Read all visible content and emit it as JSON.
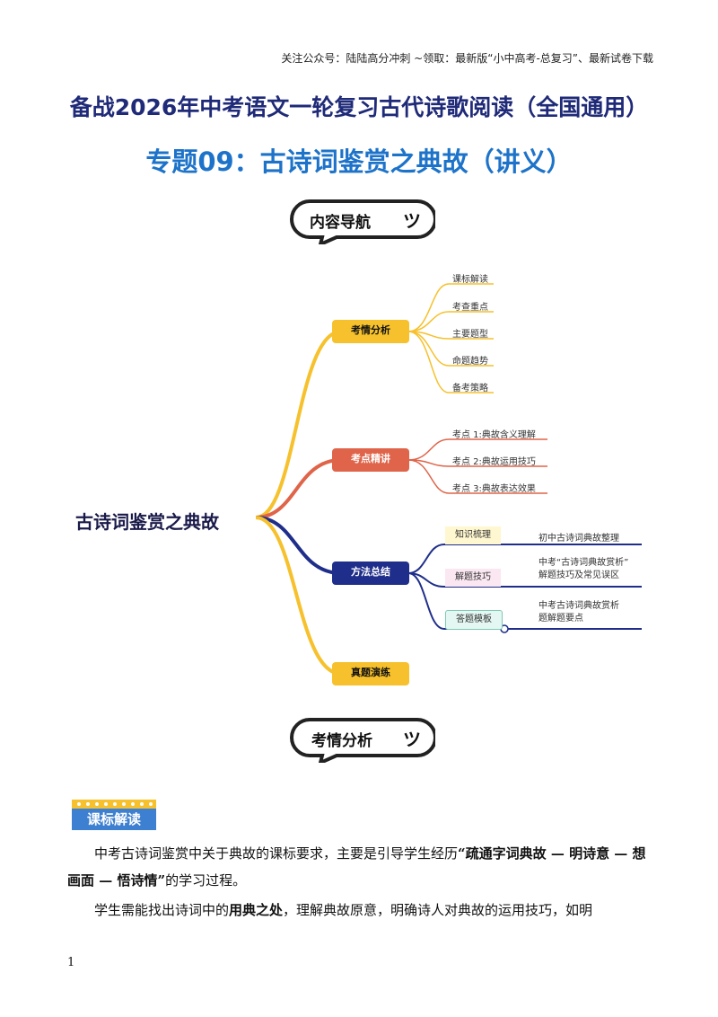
{
  "header_note": "关注公众号：陆陆高分冲刺 ~领取：最新版“小中高考-总复习”、最新试卷下载",
  "title_main": "备战2026年中考语文一轮复习古代诗歌阅读（全国通用）",
  "title_sub": "专题09：古诗词鉴赏之典故（讲义）",
  "nav_banner": "内容导航",
  "mindmap": {
    "central": "古诗词鉴赏之典故",
    "branches": [
      {
        "label": "考情分析",
        "color": "#f6c12c",
        "children": [
          "课标解读",
          "考查重点",
          "主要题型",
          "命题趋势",
          "备考策略"
        ]
      },
      {
        "label": "考点精讲",
        "color": "#df6449",
        "children": [
          "考点 1:典故含义理解",
          "考点 2:典故运用技巧",
          "考点 3:典故表达效果"
        ]
      },
      {
        "label": "方法总结",
        "color": "#1f2e8a",
        "children": [
          {
            "tag": "知识梳理",
            "text": "初中古诗词典故整理"
          },
          {
            "tag": "解题技巧",
            "text": "中考“古诗词典故赏析”\n解题技巧及常见误区"
          },
          {
            "tag": "答题模板",
            "text": "中考古诗词典故赏析\n题解题要点"
          }
        ]
      },
      {
        "label": "真题演练",
        "color": "#f6c12c",
        "children": []
      }
    ]
  },
  "section_banner": "考情分析",
  "section_tag": "课标解读",
  "para1": {
    "before": "中考古诗词鉴赏中关于典故的课标要求，主要是引导学生经历",
    "bold": "“疏通字词典故 — 明诗意 — 想画面 — 悟诗情”",
    "after": "的学习过程。"
  },
  "para2": {
    "before": "学生需能找出诗词中的",
    "bold": "用典之处",
    "after": "，理解典故原意，明确诗人对典故的运用技巧，如明"
  },
  "page_number": "1",
  "colors": {
    "title_dark": "#1f2a78",
    "title_blue": "#1d73c9",
    "yellow": "#f6c12c",
    "red": "#df6449",
    "navy": "#1f2e8a"
  }
}
